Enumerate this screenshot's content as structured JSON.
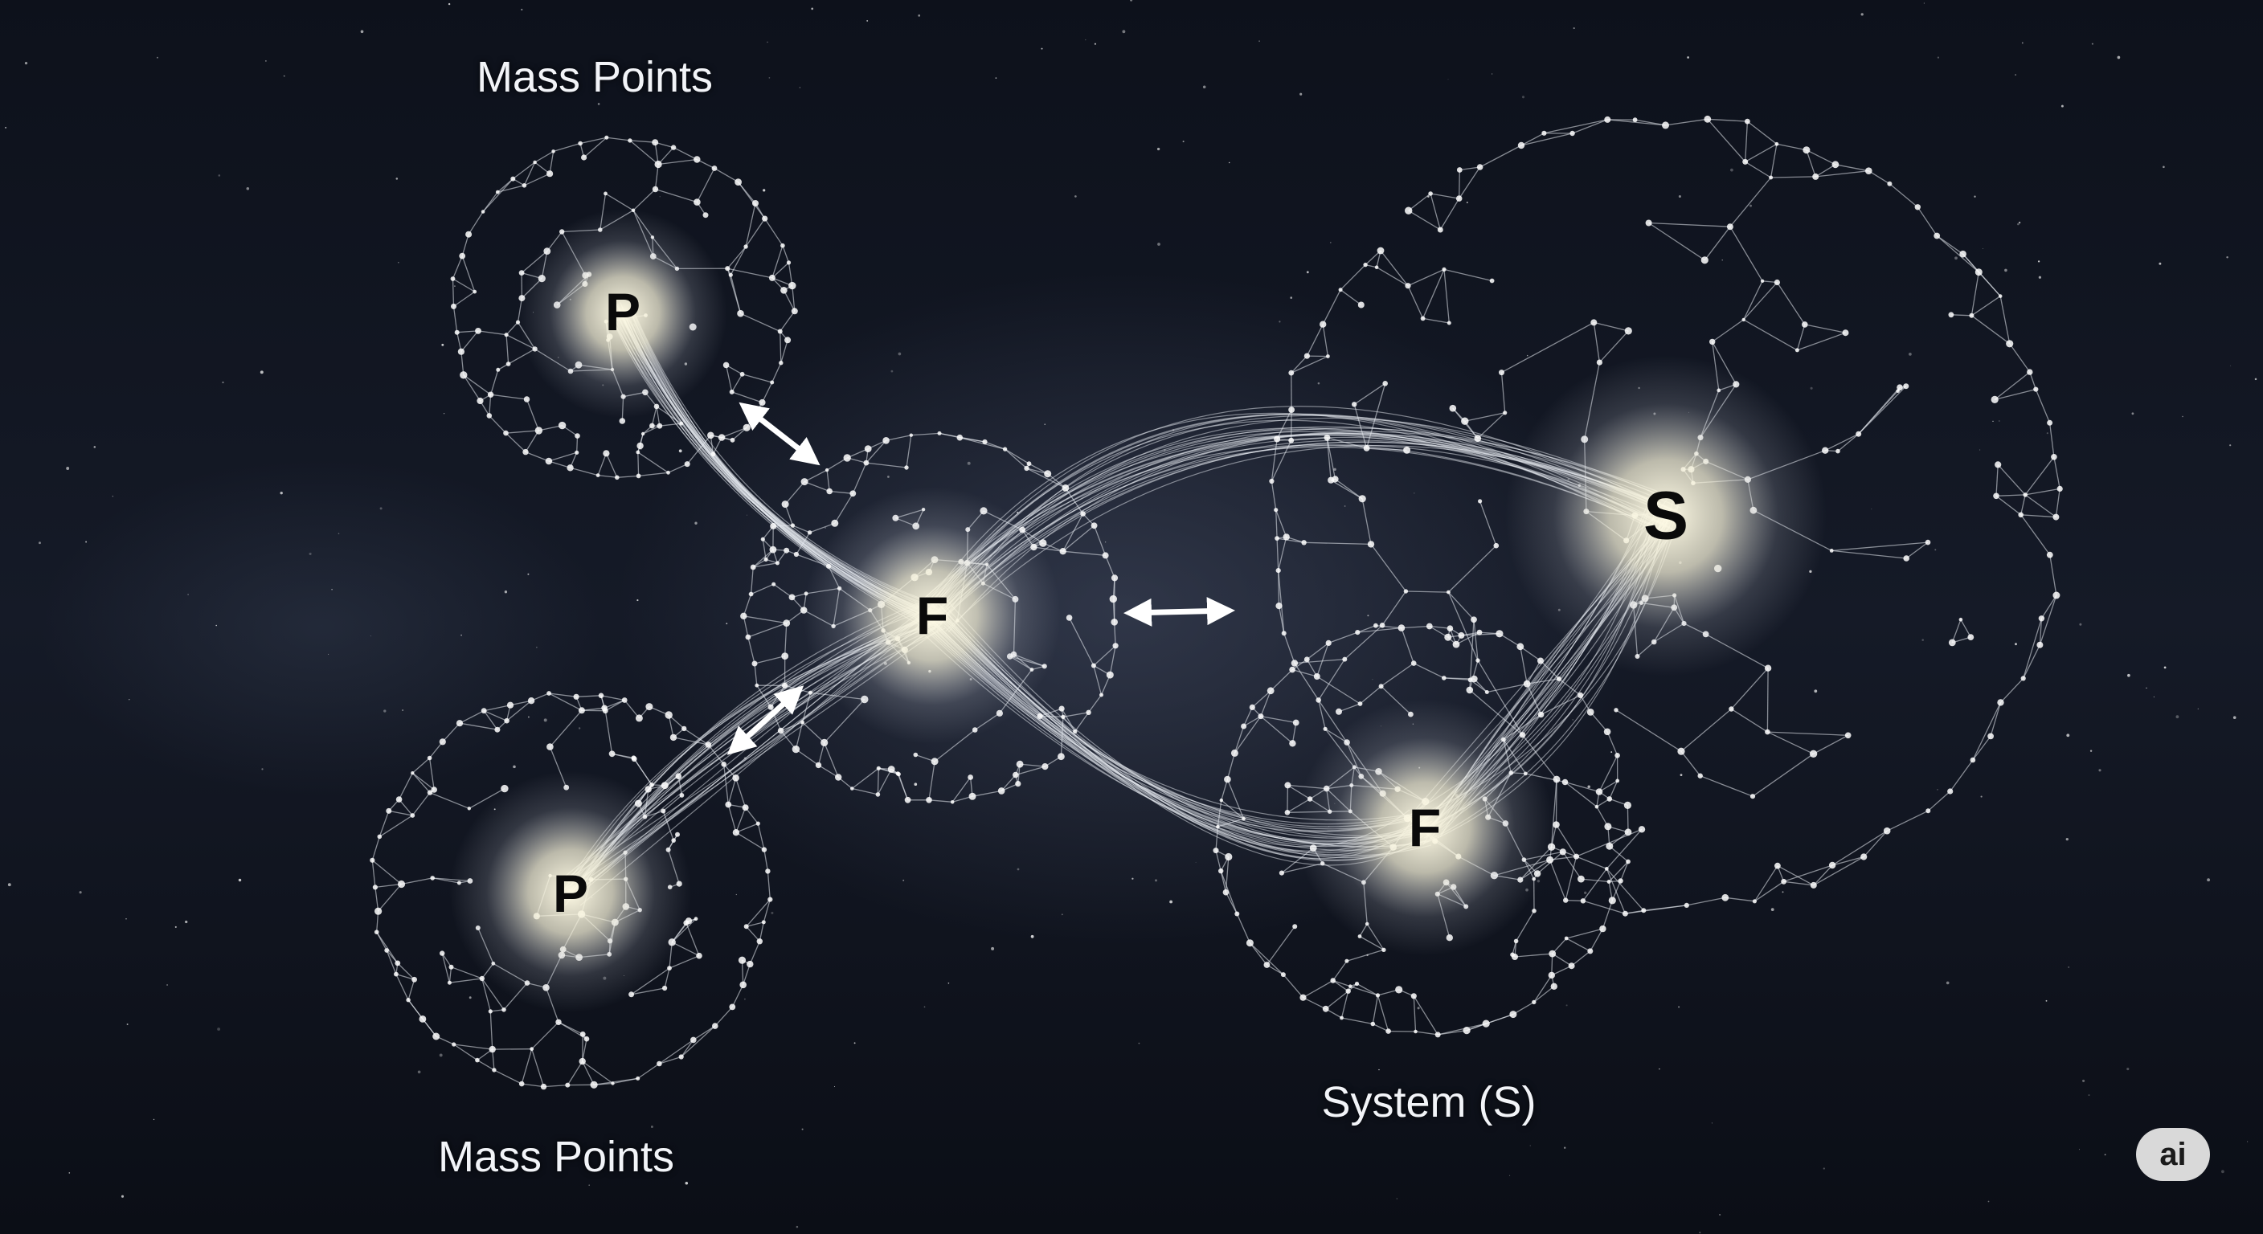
{
  "labels": {
    "mass_points_top": "Mass Points",
    "mass_points_bottom": "Mass Points",
    "system": "System (S)",
    "badge": "ai"
  },
  "nodes": {
    "p_top": "P",
    "p_bottom": "P",
    "f_center": "F",
    "f_right": "F",
    "s": "S"
  },
  "colors": {
    "background": "#0c0f18",
    "mesh": "#e8ecf2",
    "glow": "#fffbe6",
    "arrow": "#ffffff"
  }
}
